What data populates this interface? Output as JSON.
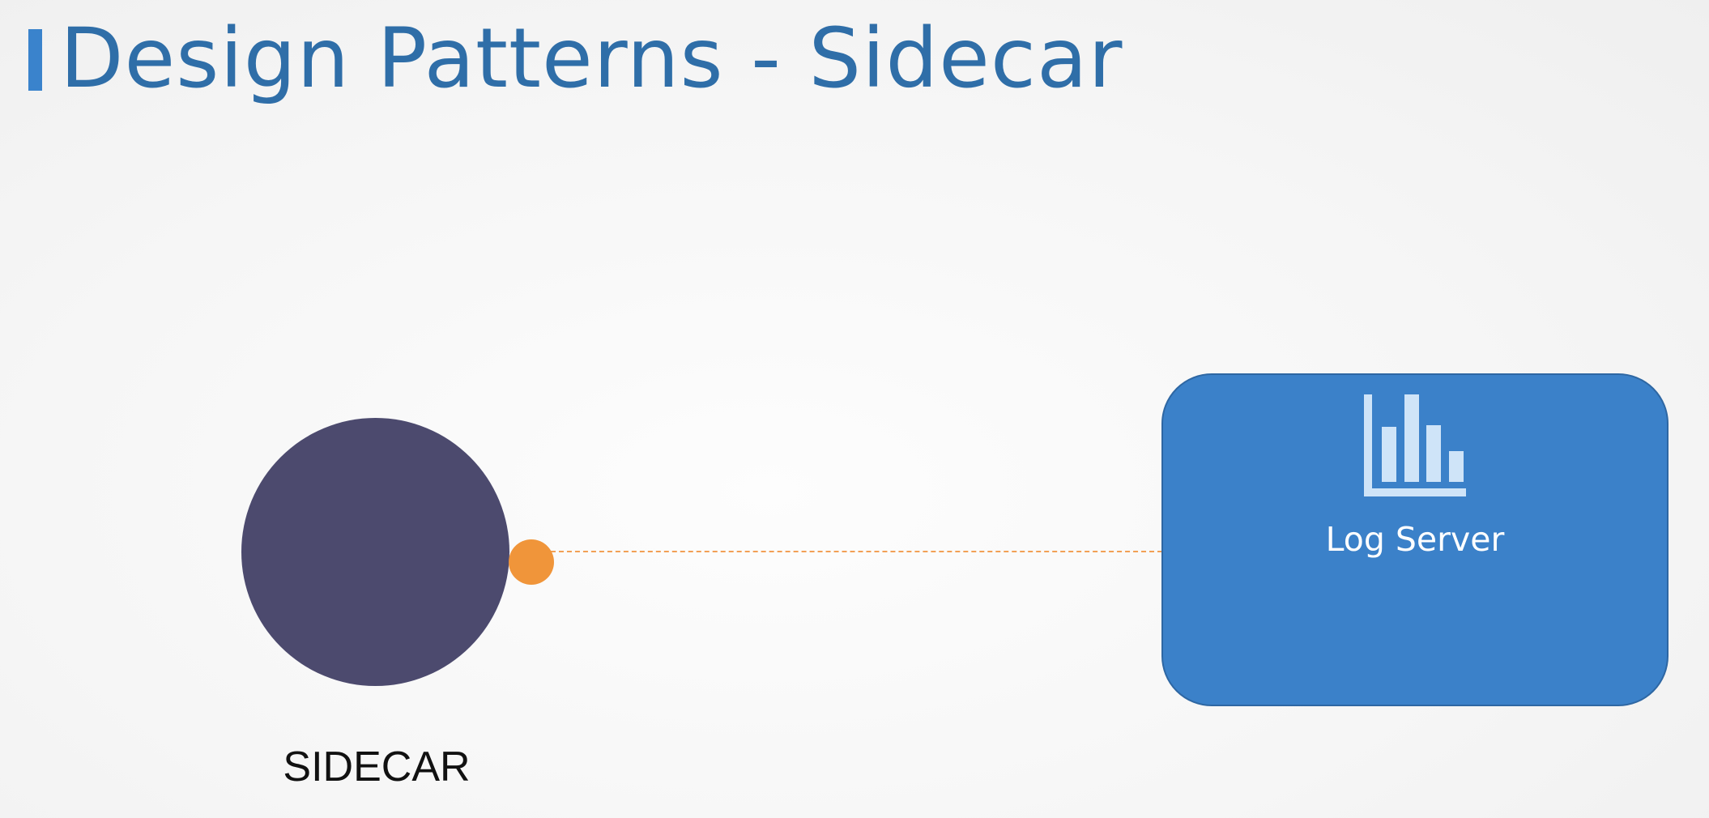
{
  "slide": {
    "title": "Design Patterns - Sidecar"
  },
  "diagram": {
    "main_container": {
      "label": "SIDECAR",
      "color": "#4c4a6e"
    },
    "sidecar_dot": {
      "color": "#f0953a"
    },
    "connector": {
      "style": "dashed",
      "color": "#f2a055"
    },
    "log_server": {
      "label": "Log Server",
      "icon": "bar-chart-icon",
      "color": "#3b81c9"
    }
  },
  "colors": {
    "title": "#2f6ea8",
    "accent_bar": "#3a83cc",
    "icon_fill": "#cfe4f8"
  }
}
